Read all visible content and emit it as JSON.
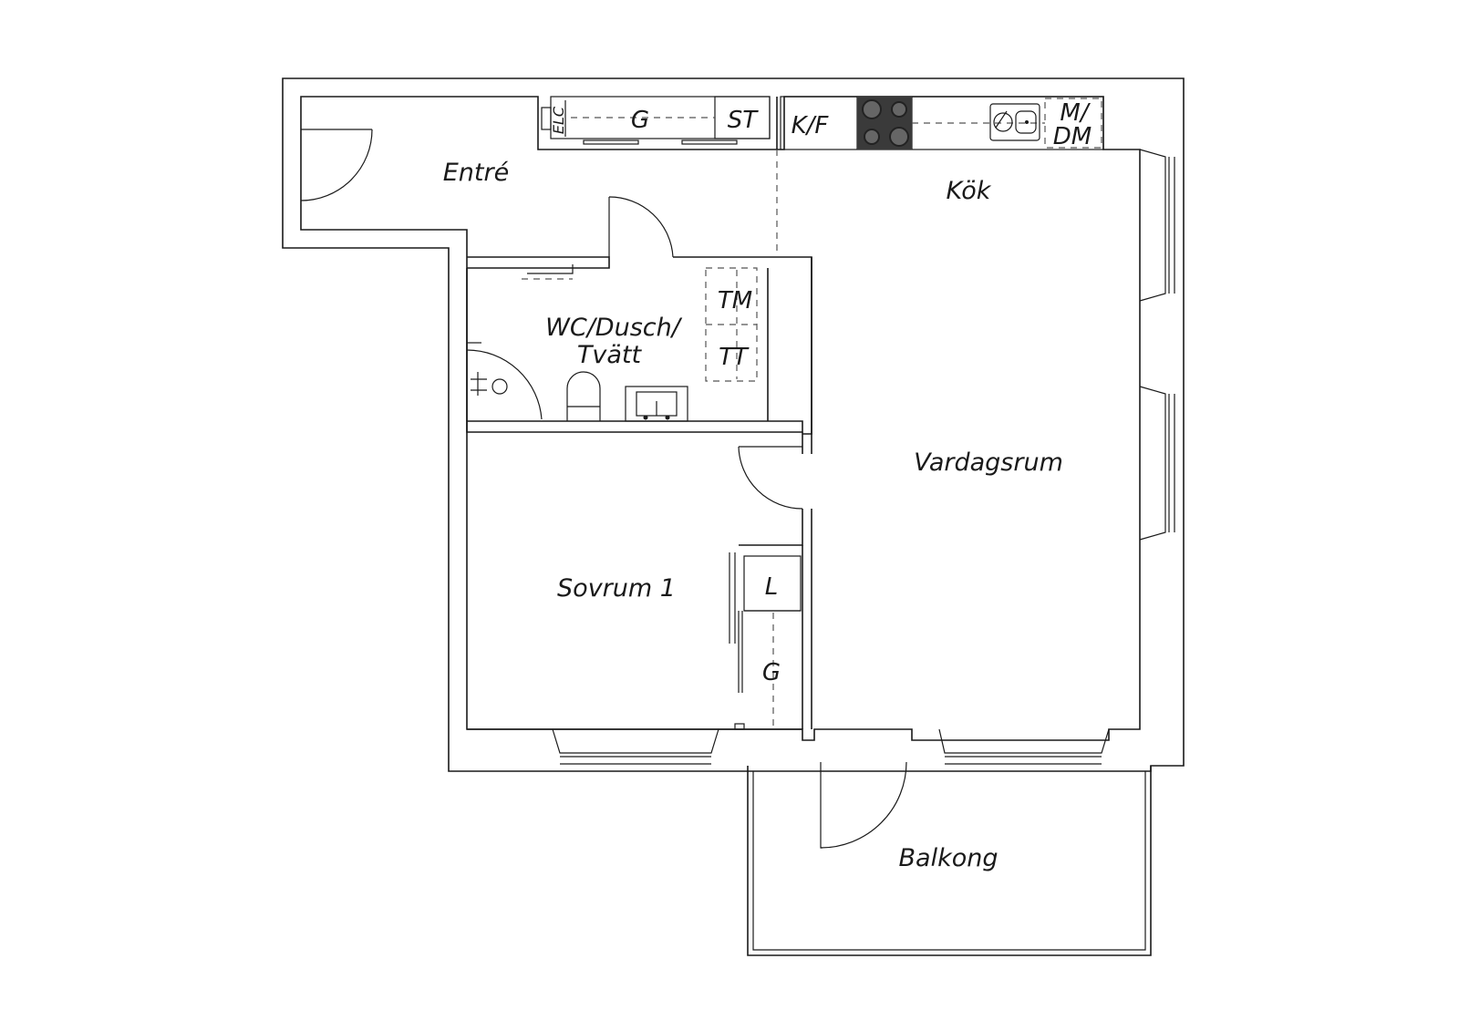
{
  "rooms": {
    "entre": "Entré",
    "kok": "Kök",
    "wc_line1": "WC/Dusch/",
    "wc_line2": "Tvätt",
    "vardagsrum": "Vardagsrum",
    "sovrum": "Sovrum 1",
    "balkong": "Balkong"
  },
  "fixtures": {
    "elc": "ELC",
    "garderob_hall": "G",
    "st": "ST",
    "kf": "K/F",
    "m": "M/",
    "dm": "DM",
    "tm": "TM",
    "tt": "TT",
    "l": "L",
    "garderob_sovrum": "G"
  }
}
